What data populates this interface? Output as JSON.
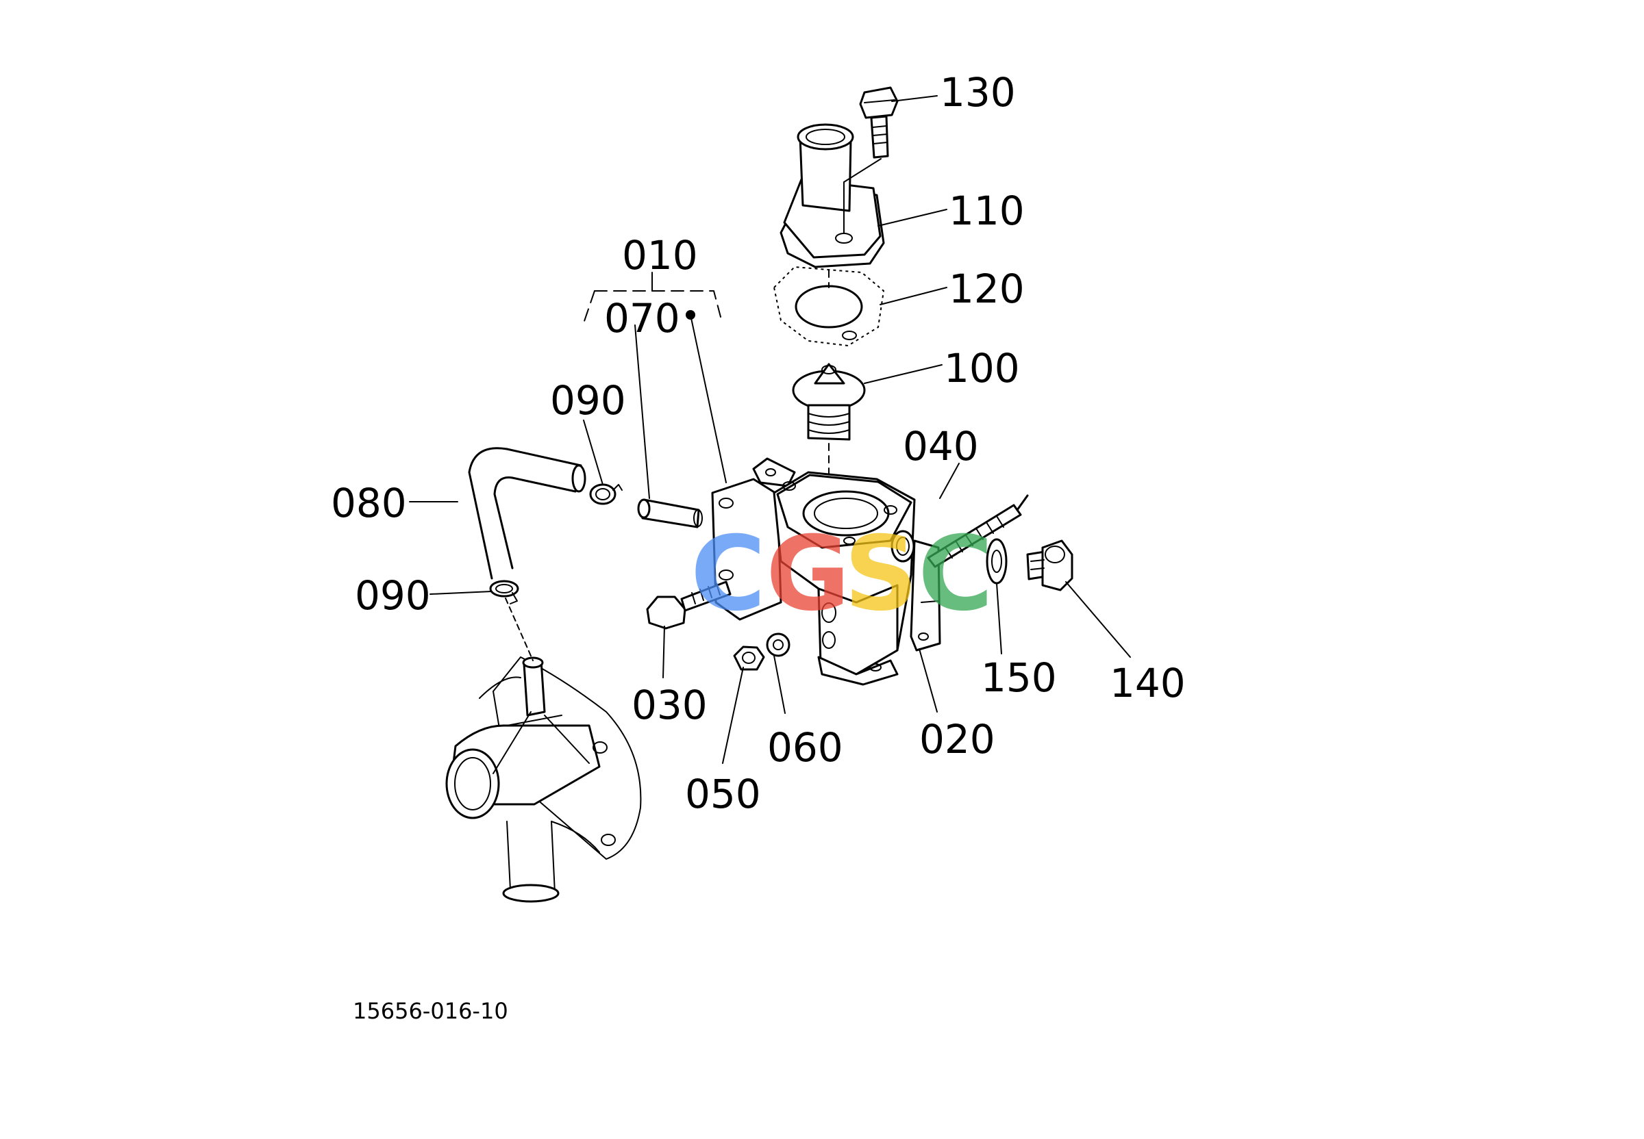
{
  "callouts": {
    "c130": "130",
    "c110": "110",
    "c120": "120",
    "c100": "100",
    "c010": "010",
    "c070": "070",
    "c090_top": "090",
    "c080": "080",
    "c090_bottom": "090",
    "c040": "040",
    "c030": "030",
    "c050": "050",
    "c060": "060",
    "c020": "020",
    "c150": "150",
    "c140": "140"
  },
  "drawing_number": "15656-016-10",
  "watermark": {
    "letters": [
      "C",
      "G",
      "S",
      "C"
    ],
    "colors": [
      "#4d8ef5",
      "#ea4335",
      "#f5c518",
      "#34a853"
    ]
  }
}
